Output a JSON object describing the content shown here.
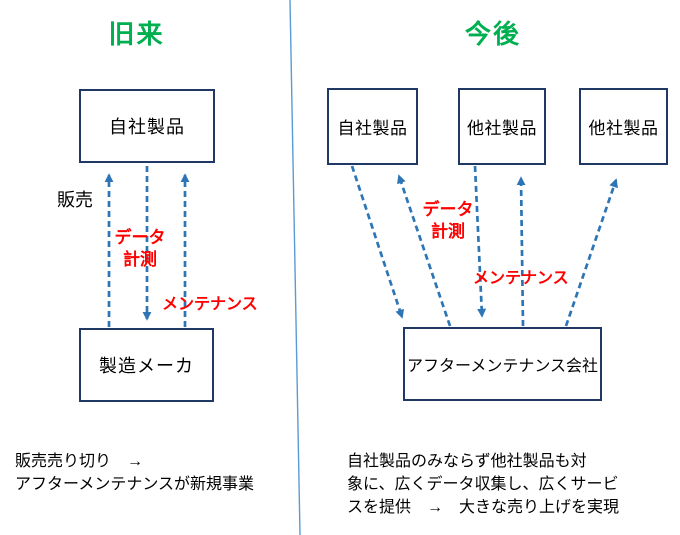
{
  "colors": {
    "title_green": "#00B050",
    "box_border_navy": "#1F3864",
    "arrow_blue": "#2E75B6",
    "label_red": "#FF0000",
    "divider_blue": "#5B9BD5",
    "text_black": "#000000",
    "background": "#FFFFFF"
  },
  "left": {
    "title": "旧来",
    "product_box": "自社製品",
    "sales_label": "販売",
    "data_label_line1": "データ",
    "data_label_line2": "計測",
    "maintenance_label": "メンテナンス",
    "maker_box": "製造メーカ",
    "summary_line1": "販売売り切り　→",
    "summary_line2": "アフターメンテナンスが新規事業"
  },
  "right": {
    "title": "今後",
    "product_boxes": [
      "自社製品",
      "他社製品",
      "他社製品"
    ],
    "data_label_line1": "データ",
    "data_label_line2": "計測",
    "maintenance_label": "メンテナンス",
    "company_box": "アフターメンテナンス会社",
    "summary_line1": "自社製品のみならず他社製品も対",
    "summary_line2": "象に、広くデータ収集し、広くサービ",
    "summary_line3": "スを提供　→　大きな売り上げを実現"
  }
}
